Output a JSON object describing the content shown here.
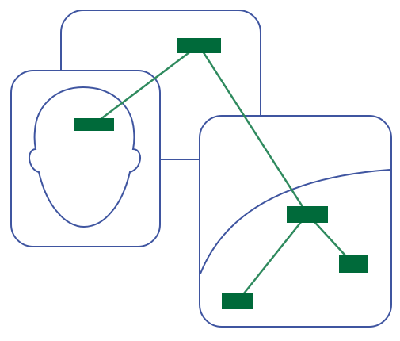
{
  "colors": {
    "outline": "#3f55a0",
    "link": "#2f8a5e",
    "node": "#006a3a",
    "background": "#ffffff"
  },
  "panels": [
    {
      "id": "top-panel",
      "icon": "rounded-rectangle"
    },
    {
      "id": "face-panel",
      "icon": "head-profile-icon"
    },
    {
      "id": "lower-panel",
      "icon": "curve-divider"
    }
  ],
  "nodes": [
    {
      "id": "root",
      "parent": null
    },
    {
      "id": "face-node",
      "parent": "root"
    },
    {
      "id": "hub-node",
      "parent": "root"
    },
    {
      "id": "leaf-right",
      "parent": "hub-node"
    },
    {
      "id": "leaf-left",
      "parent": "hub-node"
    }
  ]
}
